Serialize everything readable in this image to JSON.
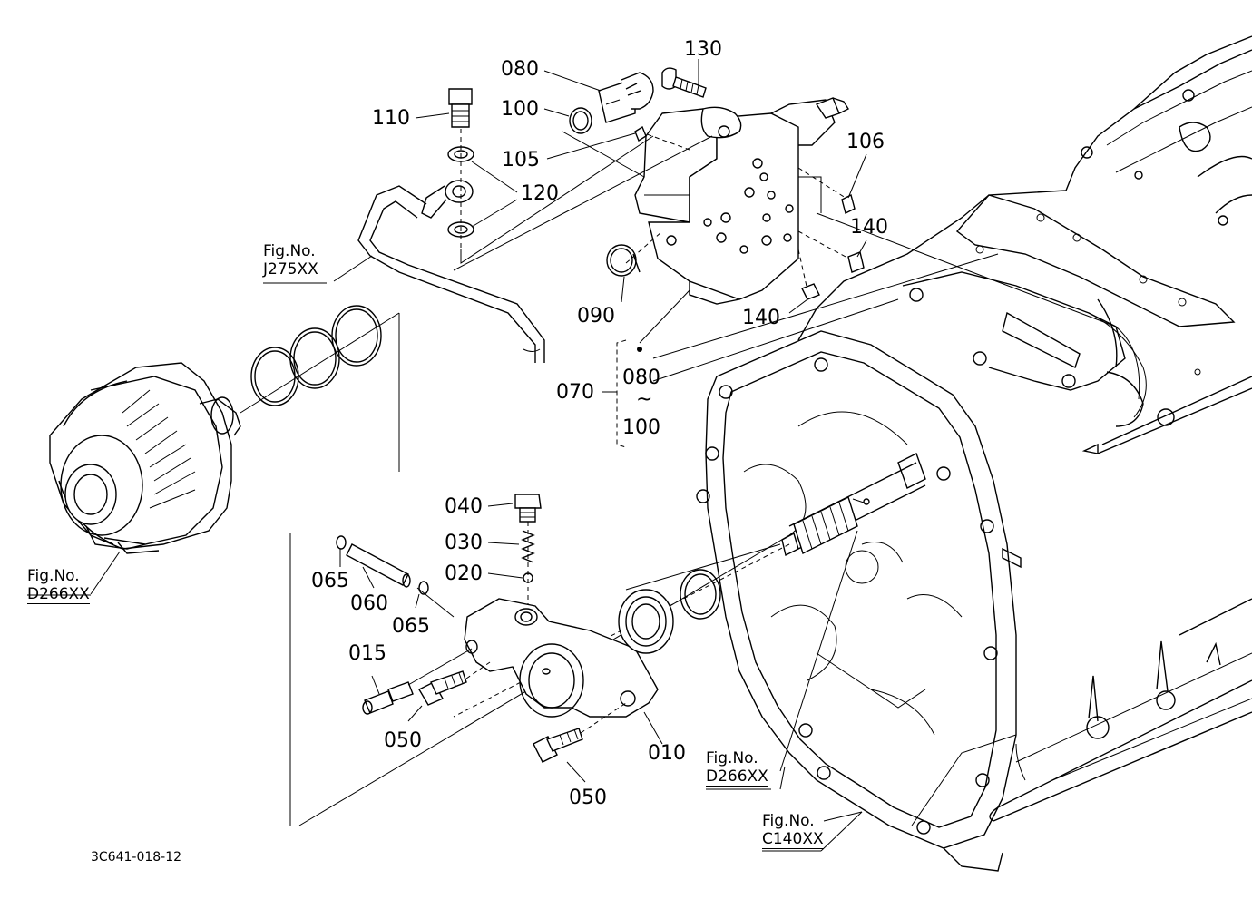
{
  "labels": {
    "p130": "130",
    "p080": "080",
    "p100": "100",
    "p110": "110",
    "p105": "105",
    "p106": "106",
    "p120": "120",
    "p140a": "140",
    "p140b": "140",
    "p090": "090",
    "p070": "070",
    "p070_from": "080",
    "p070_tilde": "~",
    "p070_to": "100",
    "p040": "040",
    "p030": "030",
    "p020": "020",
    "p065a": "065",
    "p060": "060",
    "p065b": "065",
    "p015": "015",
    "p050a": "050",
    "p010": "010",
    "p050b": "050"
  },
  "figure_refs": {
    "j275": {
      "prefix": "Fig.No.",
      "number": "J275XX"
    },
    "d266_left": {
      "prefix": "Fig.No.",
      "number": "D266XX"
    },
    "d266_right": {
      "prefix": "Fig.No.",
      "number": "D266XX"
    },
    "c140": {
      "prefix": "Fig.No.",
      "number": "C140XX"
    }
  },
  "drawing_code": "3C641-018-12"
}
